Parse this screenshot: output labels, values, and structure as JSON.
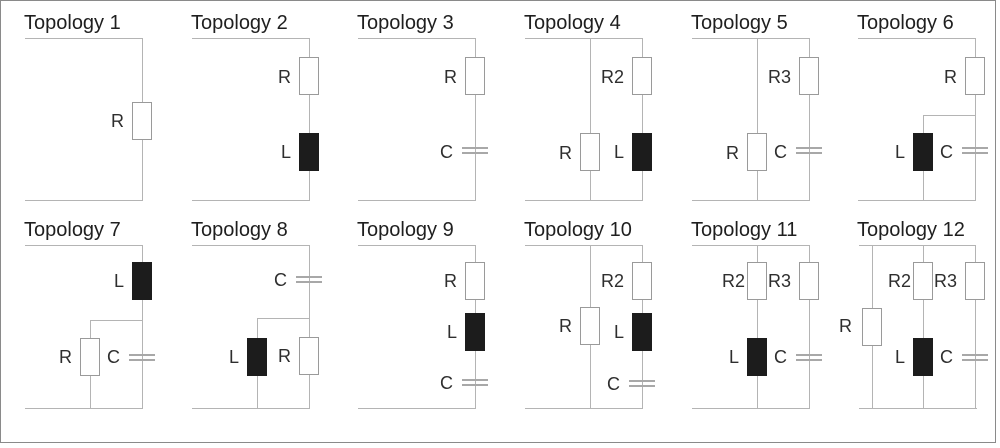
{
  "figure": {
    "wire_color": "#b4b4b4",
    "resistor_fill": "#ffffff",
    "resistor_stroke": "#9a9a9a",
    "inductor_fill": "#1c1c1c",
    "capacitor_color": "#a8a8a8",
    "text_color": "#1f1f1f"
  },
  "topologies": [
    {
      "title": "Topology 1",
      "components": [
        {
          "label": "R",
          "type": "resistor"
        }
      ]
    },
    {
      "title": "Topology 2",
      "components": [
        {
          "label": "R",
          "type": "resistor"
        },
        {
          "label": "L",
          "type": "inductor"
        }
      ]
    },
    {
      "title": "Topology 3",
      "components": [
        {
          "label": "R",
          "type": "resistor"
        },
        {
          "label": "C",
          "type": "capacitor"
        }
      ]
    },
    {
      "title": "Topology 4",
      "components": [
        {
          "label": "R",
          "type": "resistor"
        },
        {
          "label": "R2",
          "type": "resistor"
        },
        {
          "label": "L",
          "type": "inductor"
        }
      ]
    },
    {
      "title": "Topology 5",
      "components": [
        {
          "label": "R",
          "type": "resistor"
        },
        {
          "label": "R3",
          "type": "resistor"
        },
        {
          "label": "C",
          "type": "capacitor"
        }
      ]
    },
    {
      "title": "Topology 6",
      "components": [
        {
          "label": "R",
          "type": "resistor"
        },
        {
          "label": "L",
          "type": "inductor"
        },
        {
          "label": "C",
          "type": "capacitor"
        }
      ]
    },
    {
      "title": "Topology 7",
      "components": [
        {
          "label": "L",
          "type": "inductor"
        },
        {
          "label": "R",
          "type": "resistor"
        },
        {
          "label": "C",
          "type": "capacitor"
        }
      ]
    },
    {
      "title": "Topology 8",
      "components": [
        {
          "label": "C",
          "type": "capacitor"
        },
        {
          "label": "L",
          "type": "inductor"
        },
        {
          "label": "R",
          "type": "resistor"
        }
      ]
    },
    {
      "title": "Topology 9",
      "components": [
        {
          "label": "R",
          "type": "resistor"
        },
        {
          "label": "L",
          "type": "inductor"
        },
        {
          "label": "C",
          "type": "capacitor"
        }
      ]
    },
    {
      "title": "Topology 10",
      "components": [
        {
          "label": "R",
          "type": "resistor"
        },
        {
          "label": "R2",
          "type": "resistor"
        },
        {
          "label": "L",
          "type": "inductor"
        },
        {
          "label": "C",
          "type": "capacitor"
        }
      ]
    },
    {
      "title": "Topology 11",
      "components": [
        {
          "label": "R2",
          "type": "resistor"
        },
        {
          "label": "R3",
          "type": "resistor"
        },
        {
          "label": "L",
          "type": "inductor"
        },
        {
          "label": "C",
          "type": "capacitor"
        }
      ]
    },
    {
      "title": "Topology 12",
      "components": [
        {
          "label": "R",
          "type": "resistor"
        },
        {
          "label": "R2",
          "type": "resistor"
        },
        {
          "label": "R3",
          "type": "resistor"
        },
        {
          "label": "L",
          "type": "inductor"
        },
        {
          "label": "C",
          "type": "capacitor"
        }
      ]
    }
  ]
}
